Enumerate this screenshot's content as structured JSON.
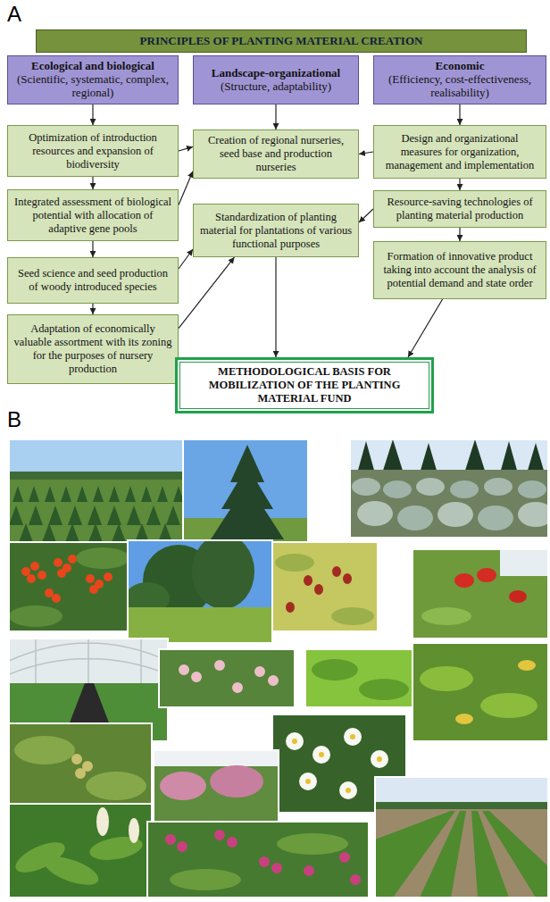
{
  "diagram": {
    "nodes": [
      {
        "text": [
          "PRINCIPLES OF PLANTING MATERIAL CREATION"
        ]
      },
      {
        "text": [
          "Ecological and biological",
          "(Scientific, systematic, complex, regional)"
        ]
      },
      {
        "text": [
          "Landscape-organizational",
          "(Structure, adaptability)"
        ]
      },
      {
        "text": [
          "Economic",
          "(Efficiency, cost-effectiveness, realisability)"
        ]
      },
      {
        "text": [
          "Optimization of introduction resources and expansion of biodiversity"
        ]
      },
      {
        "text": [
          "Integrated assessment of biological potential with allocation of adaptive gene pools"
        ]
      },
      {
        "text": [
          "Seed science and seed production of woody introduced species"
        ]
      },
      {
        "text": [
          "Adaptation of economically valuable assortment with its zoning for the purposes of nursery production"
        ]
      },
      {
        "text": [
          "Creation of regional nurseries, seed base and production nurseries"
        ]
      },
      {
        "text": [
          "Standardization of planting material for plantations of various functional purposes"
        ]
      },
      {
        "text": [
          "Design and organizational measures for organization, management and implementation"
        ]
      },
      {
        "text": [
          "Resource-saving technologies of planting material production"
        ]
      },
      {
        "text": [
          "Formation of innovative product taking into account the analysis of potential demand and state order"
        ]
      },
      {
        "text": [
          "METHODOLOGICAL BASIS FOR MOBILIZATION OF THE PLANTING MATERIAL FUND"
        ]
      }
    ],
    "edges": [
      {
        "from": 1,
        "to": 4,
        "arrow": "to"
      },
      {
        "from": 4,
        "to": 5,
        "arrow": "to"
      },
      {
        "from": 5,
        "to": 6,
        "arrow": "to"
      },
      {
        "from": 6,
        "to": 7,
        "arrow": "to"
      },
      {
        "from": 2,
        "to": 8,
        "arrow": "to"
      },
      {
        "from": 3,
        "to": 10,
        "arrow": "to"
      },
      {
        "from": 10,
        "to": 11,
        "arrow": "to"
      },
      {
        "from": 11,
        "to": 12,
        "arrow": "to"
      },
      {
        "from": 4,
        "to": 8,
        "arrow": "to"
      },
      {
        "from": 5,
        "to": 8,
        "arrow": "to"
      },
      {
        "from": 6,
        "to": 9,
        "arrow": "to"
      },
      {
        "from": 7,
        "to": 9,
        "arrow": "to"
      },
      {
        "from": 10,
        "to": 8,
        "arrow": "to"
      },
      {
        "from": 11,
        "to": 9,
        "arrow": "to"
      },
      {
        "from": 9,
        "to": 13,
        "arrow": "to"
      },
      {
        "from": 12,
        "to": 13,
        "arrow": "to"
      }
    ],
    "labels": [
      "A",
      "B"
    ]
  }
}
